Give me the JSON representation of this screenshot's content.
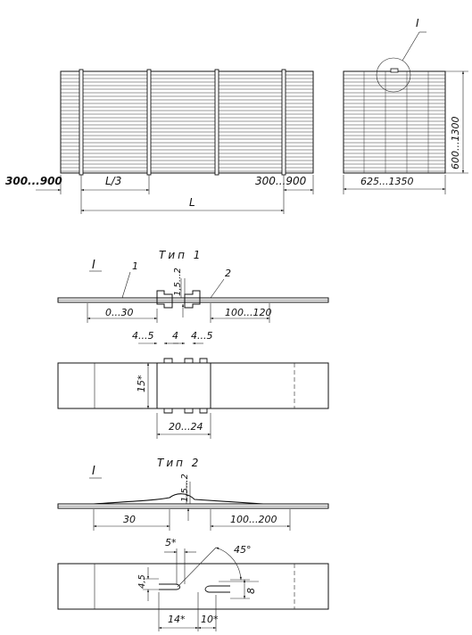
{
  "top": {
    "dim_left_overhang": "300...900",
    "dim_l3": "L/3",
    "dim_l": "L",
    "dim_right_overhang": "300...900",
    "dim_width": "625...1350",
    "dim_height": "600...1300",
    "callout": "I"
  },
  "type1": {
    "title": "Тип 1",
    "node": "I",
    "marker1": "1",
    "marker2": "2",
    "dim_gap": "1,5...2",
    "dim_0_30": "0...30",
    "dim_100_120": "100...120",
    "dim_4_5_left": "4...5",
    "dim_4": "4",
    "dim_4_5_right": "4...5",
    "dim_15": "15*",
    "dim_20_24": "20...24"
  },
  "type2": {
    "title": "Тип 2",
    "node": "I",
    "dim_gap": "1,5...2",
    "dim_30": "30",
    "dim_100_200": "100...200",
    "dim_5": "5*",
    "dim_45deg": "45°",
    "dim_45": "4,5",
    "dim_8": "8",
    "dim_14": "14*",
    "dim_10": "10*"
  }
}
